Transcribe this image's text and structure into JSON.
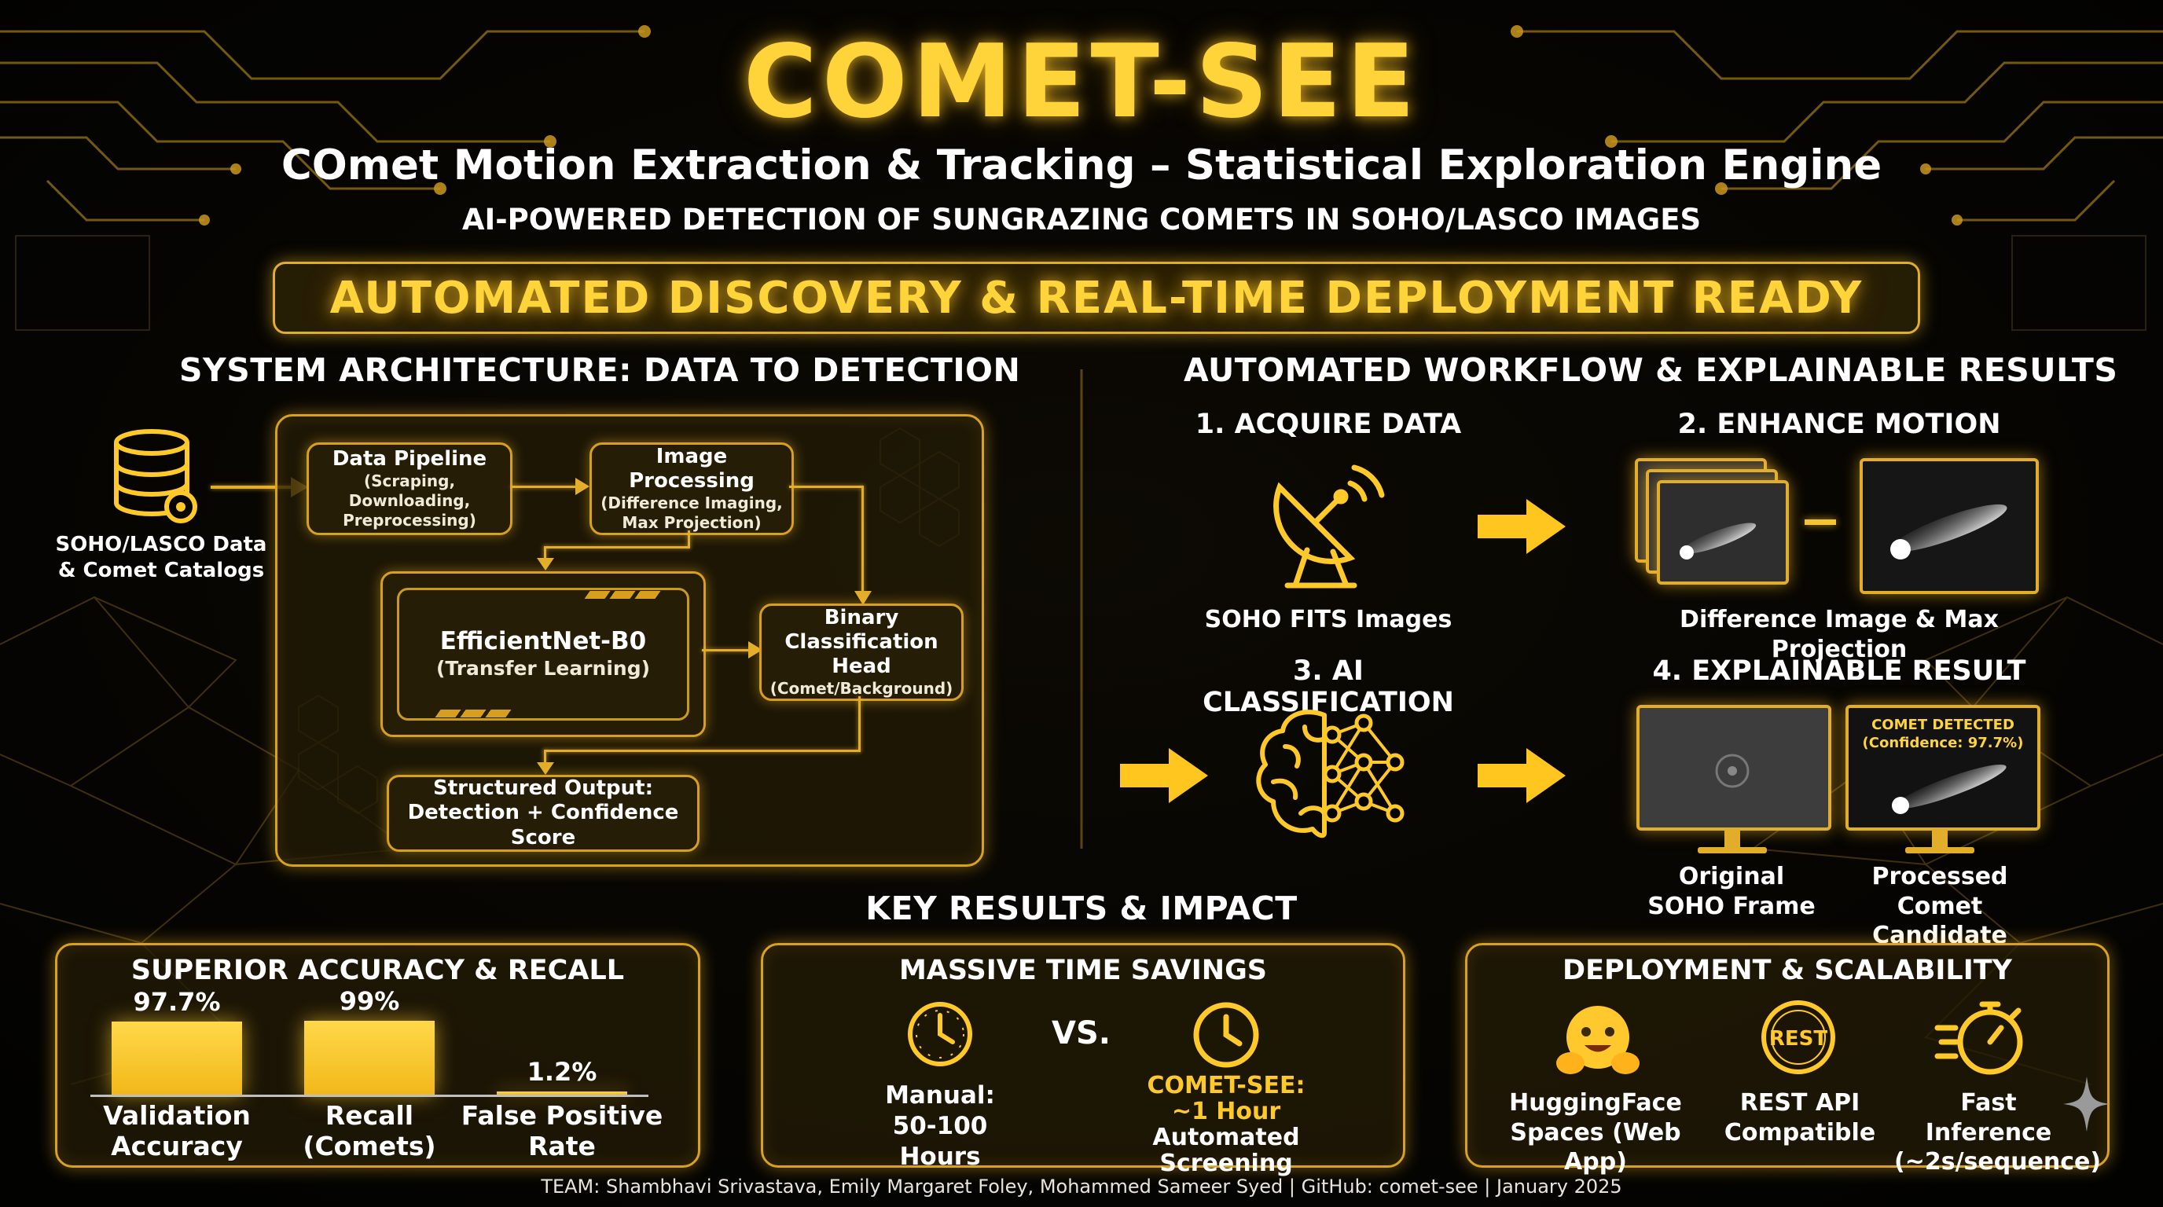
{
  "header": {
    "title": "COMET-SEE",
    "subtitle": "COmet Motion Extraction & Tracking – Statistical Exploration Engine",
    "tagline": "AI-POWERED DETECTION OF SUNGRAZING COMETS IN SOHO/LASCO IMAGES",
    "banner": "AUTOMATED DISCOVERY & REAL-TIME DEPLOYMENT READY"
  },
  "architecture": {
    "heading": "SYSTEM ARCHITECTURE: DATA TO DETECTION",
    "source_label": "SOHO/LASCO Data & Comet Catalogs",
    "data_pipeline": {
      "title": "Data Pipeline",
      "detail": "(Scraping, Downloading, Preprocessing)"
    },
    "image_processing": {
      "title": "Image Processing",
      "detail": "(Difference Imaging, Max Projection)"
    },
    "model": {
      "title": "EfficientNet-B0",
      "detail": "(Transfer Learning)"
    },
    "head": {
      "title": "Binary Classification Head",
      "detail": "(Comet/Background)"
    },
    "output": {
      "title": "Structured Output:",
      "detail": "Detection + Confidence Score"
    }
  },
  "workflow": {
    "heading": "AUTOMATED WORKFLOW & EXPLAINABLE RESULTS",
    "step1": {
      "title": "1. ACQUIRE DATA",
      "caption": "SOHO FITS Images"
    },
    "step2": {
      "title": "2. ENHANCE MOTION",
      "caption": "Difference Image & Max Projection"
    },
    "step3": {
      "title": "3. AI CLASSIFICATION"
    },
    "step4": {
      "title": "4. EXPLAINABLE RESULT",
      "left_caption": "Original SOHO Frame",
      "right_caption": "Processed Comet Candidate",
      "overlay_line1": "COMET DETECTED",
      "overlay_line2": "(Confidence: 97.7%)"
    }
  },
  "results": {
    "heading": "KEY RESULTS & IMPACT",
    "accuracy_panel": {
      "title": "SUPERIOR ACCURACY & RECALL",
      "bars": [
        {
          "label": "Validation Accuracy",
          "value_text": "97.7%",
          "value": 97.7
        },
        {
          "label": "Recall (Comets)",
          "value_text": "99%",
          "value": 99
        },
        {
          "label": "False Positive Rate",
          "value_text": "1.2%",
          "value": 1.2
        }
      ]
    },
    "time_panel": {
      "title": "MASSIVE TIME SAVINGS",
      "manual_label": "Manual:",
      "manual_value": "50-100 Hours",
      "vs": "VS.",
      "cometsee_label": "COMET-SEE:",
      "cometsee_value": "~1 Hour",
      "cometsee_detail": "Automated Screening"
    },
    "deploy_panel": {
      "title": "DEPLOYMENT & SCALABILITY",
      "items": [
        {
          "label": "HuggingFace Spaces (Web App)",
          "icon": "hugging-face-icon"
        },
        {
          "label": "REST API Compatible",
          "icon": "rest-icon",
          "badge": "REST"
        },
        {
          "label": "Fast Inference (~2s/sequence)",
          "icon": "stopwatch-icon"
        }
      ]
    }
  },
  "footer": "TEAM: Shambhavi Srivastava, Emily Margaret Foley, Mohammed Sameer Syed | GitHub: comet-see | January 2025",
  "colors": {
    "accent": "#ffd43a",
    "border": "#d7a21f",
    "background": "#050403"
  }
}
